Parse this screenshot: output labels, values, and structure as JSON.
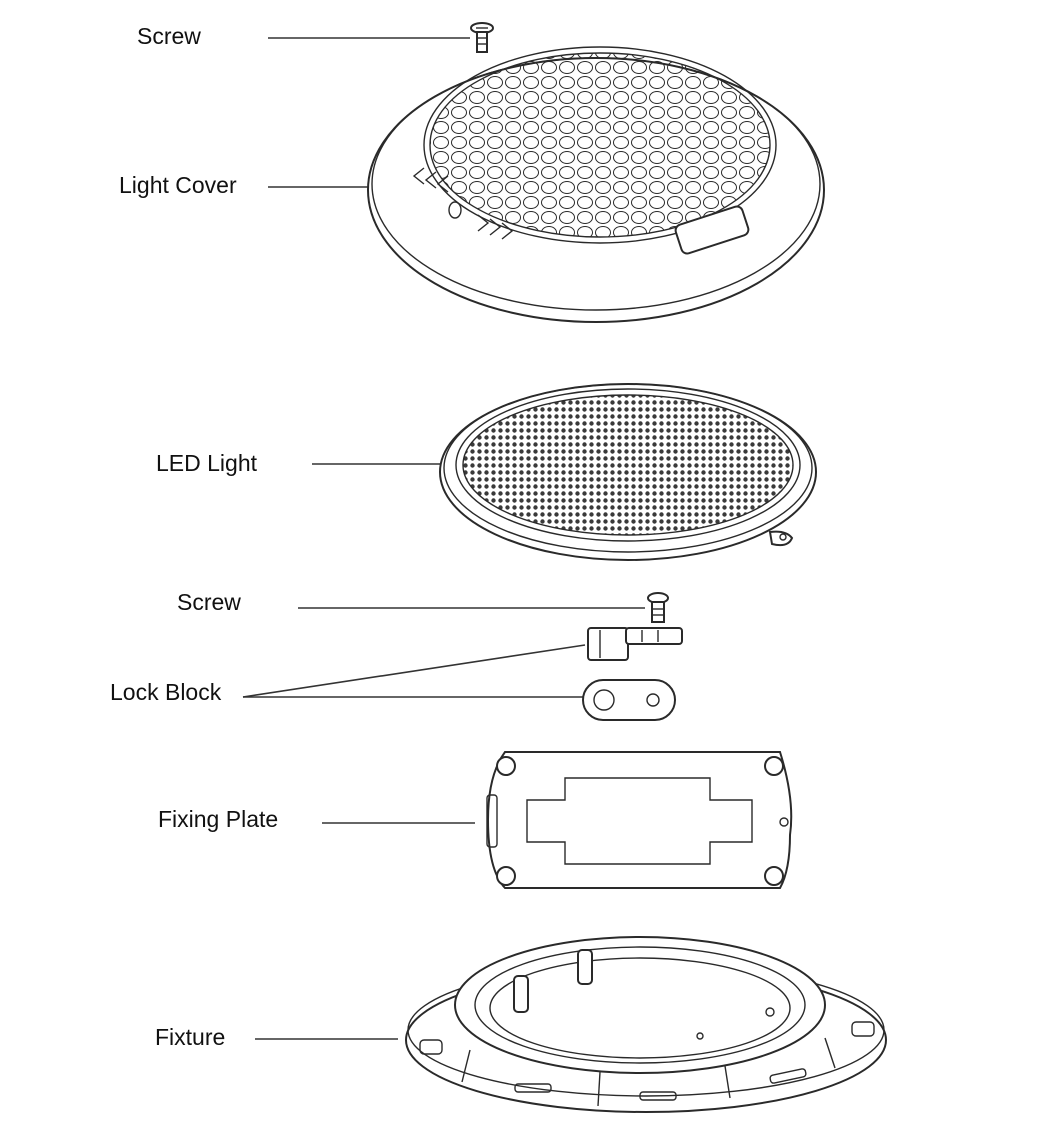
{
  "labels": {
    "screw_top": "Screw",
    "light_cover": "Light Cover",
    "led_light": "LED Light",
    "screw_lower": "Screw",
    "lock_block": "Lock Block",
    "fixing_plate": "Fixing Plate",
    "fixture": "Fixture"
  }
}
